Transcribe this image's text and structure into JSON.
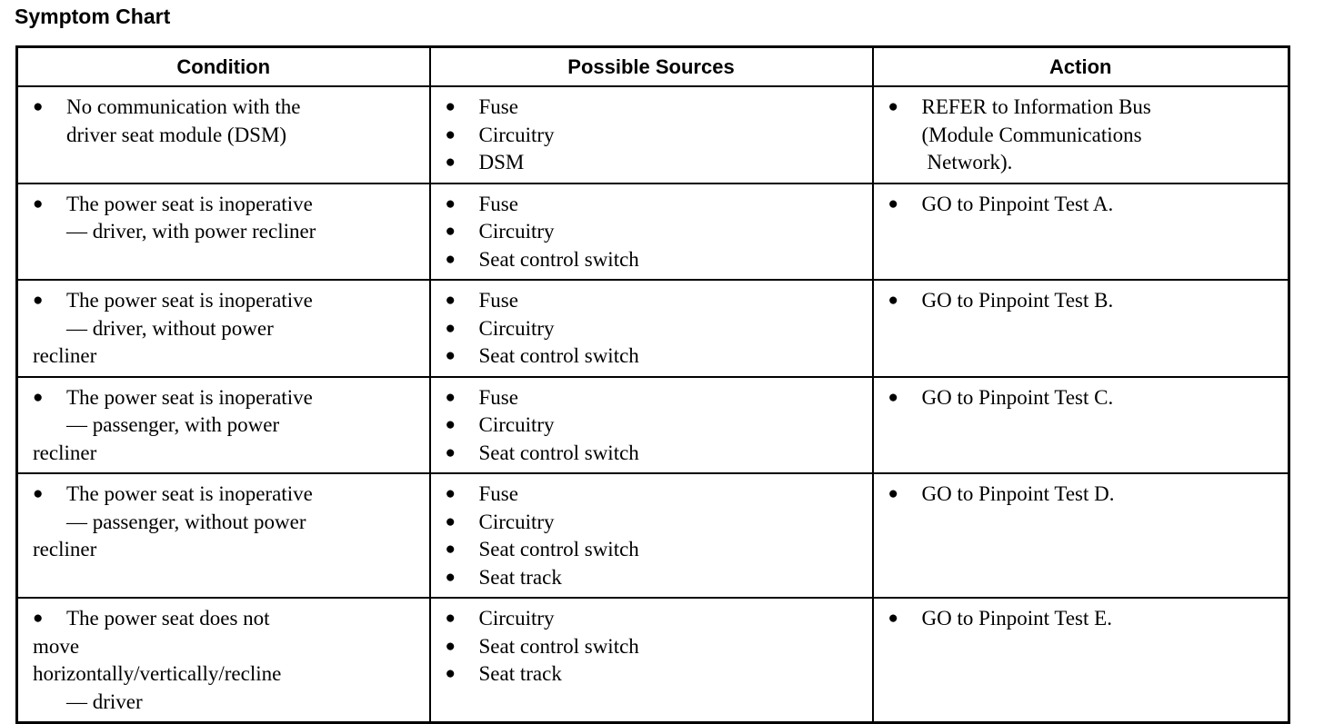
{
  "title": "Symptom Chart",
  "table": {
    "columns": [
      {
        "key": "condition",
        "label": "Condition"
      },
      {
        "key": "sources",
        "label": "Possible Sources"
      },
      {
        "key": "action",
        "label": "Action"
      }
    ],
    "rows": [
      {
        "condition": [
          {
            "lines": [
              "No communication with the",
              "driver seat module (DSM)"
            ],
            "wrap": [
              "indent"
            ]
          }
        ],
        "sources": [
          {
            "lines": [
              "Fuse"
            ]
          },
          {
            "lines": [
              "Circuitry"
            ]
          },
          {
            "lines": [
              "DSM"
            ]
          }
        ],
        "action": [
          {
            "lines": [
              "REFER to Information Bus",
              "(Module Communications",
              "Network)."
            ],
            "wrap": [
              "indent",
              "deep"
            ]
          }
        ]
      },
      {
        "condition": [
          {
            "lines": [
              "The power seat is inoperative",
              "— driver, with power recliner"
            ],
            "wrap": [
              "indent"
            ]
          }
        ],
        "sources": [
          {
            "lines": [
              "Fuse"
            ]
          },
          {
            "lines": [
              "Circuitry"
            ]
          },
          {
            "lines": [
              "Seat control switch"
            ]
          }
        ],
        "action": [
          {
            "lines": [
              "GO to Pinpoint Test A."
            ]
          }
        ]
      },
      {
        "condition": [
          {
            "lines": [
              "The power seat is inoperative",
              "— driver, without power",
              "recliner"
            ],
            "wrap": [
              "indent",
              "flush"
            ]
          }
        ],
        "sources": [
          {
            "lines": [
              "Fuse"
            ]
          },
          {
            "lines": [
              "Circuitry"
            ]
          },
          {
            "lines": [
              "Seat control switch"
            ]
          }
        ],
        "action": [
          {
            "lines": [
              "GO to Pinpoint Test B."
            ]
          }
        ]
      },
      {
        "condition": [
          {
            "lines": [
              "The power seat is inoperative",
              "— passenger, with power",
              "recliner"
            ],
            "wrap": [
              "indent",
              "flush"
            ]
          }
        ],
        "sources": [
          {
            "lines": [
              "Fuse"
            ]
          },
          {
            "lines": [
              "Circuitry"
            ]
          },
          {
            "lines": [
              "Seat control switch"
            ]
          }
        ],
        "action": [
          {
            "lines": [
              "GO to Pinpoint Test C."
            ]
          }
        ]
      },
      {
        "condition": [
          {
            "lines": [
              "The power seat is inoperative",
              "— passenger, without power",
              "recliner"
            ],
            "wrap": [
              "indent",
              "flush"
            ]
          }
        ],
        "sources": [
          {
            "lines": [
              "Fuse"
            ]
          },
          {
            "lines": [
              "Circuitry"
            ]
          },
          {
            "lines": [
              "Seat control switch"
            ]
          },
          {
            "lines": [
              "Seat track"
            ]
          }
        ],
        "action": [
          {
            "lines": [
              "GO to Pinpoint Test D."
            ]
          }
        ]
      },
      {
        "condition": [
          {
            "lines": [
              "The power seat does not",
              "move",
              "horizontally/vertically/recline",
              "— driver"
            ],
            "wrap": [
              "flush",
              "flush",
              "indent"
            ]
          }
        ],
        "sources": [
          {
            "lines": [
              "Circuitry"
            ]
          },
          {
            "lines": [
              "Seat control switch"
            ]
          },
          {
            "lines": [
              "Seat track"
            ]
          }
        ],
        "action": [
          {
            "lines": [
              "GO to Pinpoint Test E."
            ]
          }
        ]
      }
    ]
  },
  "glyphs": {
    "bullet": "●"
  }
}
